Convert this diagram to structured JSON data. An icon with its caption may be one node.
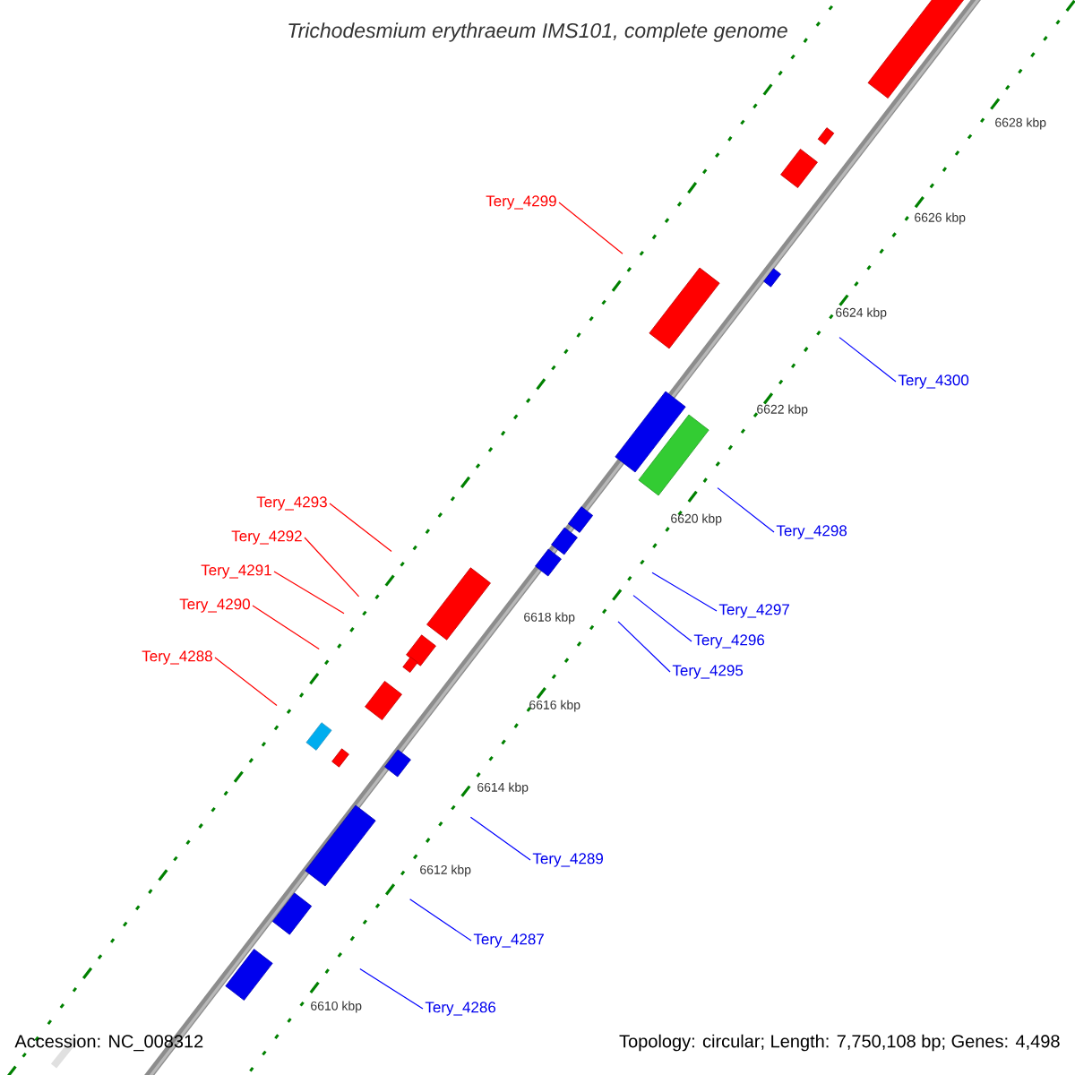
{
  "diagram": {
    "title": "Trichodesmium erythraeum IMS101, complete genome",
    "nodes": [
      {
        "text": [
          "Tery_4299"
        ]
      },
      {
        "text": [
          "Tery_4300"
        ]
      },
      {
        "text": [
          "Tery_4293"
        ]
      },
      {
        "text": [
          "Tery_4298"
        ]
      },
      {
        "text": [
          "Tery_4292"
        ]
      },
      {
        "text": [
          "Tery_4291"
        ]
      },
      {
        "text": [
          "Tery_4290"
        ]
      },
      {
        "text": [
          "Tery_4297"
        ]
      },
      {
        "text": [
          "Tery_4296"
        ]
      },
      {
        "text": [
          "Tery_4288"
        ]
      },
      {
        "text": [
          "Tery_4295"
        ]
      },
      {
        "text": [
          "Tery_4289"
        ]
      },
      {
        "text": [
          "Tery_4287"
        ]
      },
      {
        "text": [
          "Tery_4286"
        ]
      }
    ],
    "edges": [
      {
        "from": 0,
        "to": null,
        "arrow": "none",
        "color": "#ff0000"
      },
      {
        "from": 1,
        "to": null,
        "arrow": "none",
        "color": "#0000ff"
      },
      {
        "from": 2,
        "to": null,
        "arrow": "none",
        "color": "#ff0000"
      },
      {
        "from": 3,
        "to": null,
        "arrow": "none",
        "color": "#0000ff"
      },
      {
        "from": 4,
        "to": null,
        "arrow": "none",
        "color": "#ff0000"
      },
      {
        "from": 5,
        "to": null,
        "arrow": "none",
        "color": "#ff0000"
      },
      {
        "from": 6,
        "to": null,
        "arrow": "none",
        "color": "#ff0000"
      },
      {
        "from": 7,
        "to": null,
        "arrow": "none",
        "color": "#0000ff"
      },
      {
        "from": 8,
        "to": null,
        "arrow": "none",
        "color": "#0000ff"
      },
      {
        "from": 9,
        "to": null,
        "arrow": "none",
        "color": "#ff0000"
      },
      {
        "from": 10,
        "to": null,
        "arrow": "none",
        "color": "#0000ff"
      },
      {
        "from": 11,
        "to": null,
        "arrow": "none",
        "color": "#0000ff"
      },
      {
        "from": 12,
        "to": null,
        "arrow": "none",
        "color": "#0000ff"
      },
      {
        "from": 13,
        "to": null,
        "arrow": "none",
        "color": "#0000ff"
      }
    ],
    "labels": [
      "6628 kbp",
      "6626 kbp",
      "6624 kbp",
      "6622 kbp",
      "6620 kbp",
      "6618 kbp",
      "6616 kbp",
      "6614 kbp",
      "6612 kbp",
      "6610 kbp",
      "Accession: NC_008312",
      "Topology: circular; Length: 7,750,108 bp; Genes: 4,498"
    ]
  }
}
